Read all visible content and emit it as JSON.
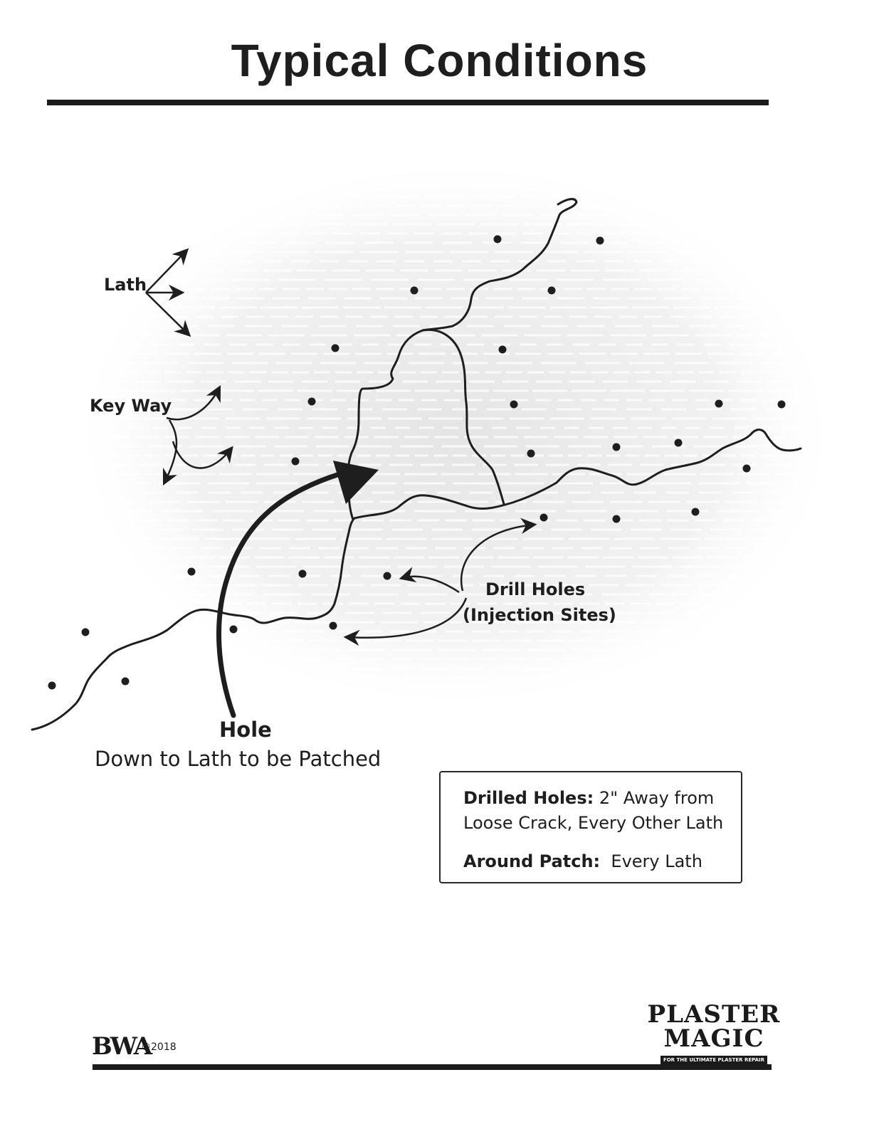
{
  "page": {
    "title": "Typical Conditions"
  },
  "labels": {
    "lath": "Lath",
    "key_way": "Key Way",
    "drill_holes": "Drill Holes",
    "injection_sites": "(Injection Sites)",
    "hole": "Hole",
    "hole_desc": "Down to Lath to be Patched"
  },
  "note": {
    "line1_key": "Drilled Holes:",
    "line1_val": " 2\" Away from",
    "line2": "Loose Crack, Every Other Lath",
    "line3_key": "Around Patch:",
    "line3_val": "  Every Lath"
  },
  "footer": {
    "bwa_logo": "BWA",
    "copyright": "©2018",
    "brand_line1": "PLASTER",
    "brand_line2": "MAGIC",
    "brand_tagline": "FOR THE ULTIMATE PLASTER REPAIR"
  },
  "colors": {
    "ink": "#1e1e1e",
    "lath_texture": "#d6d6d6"
  }
}
